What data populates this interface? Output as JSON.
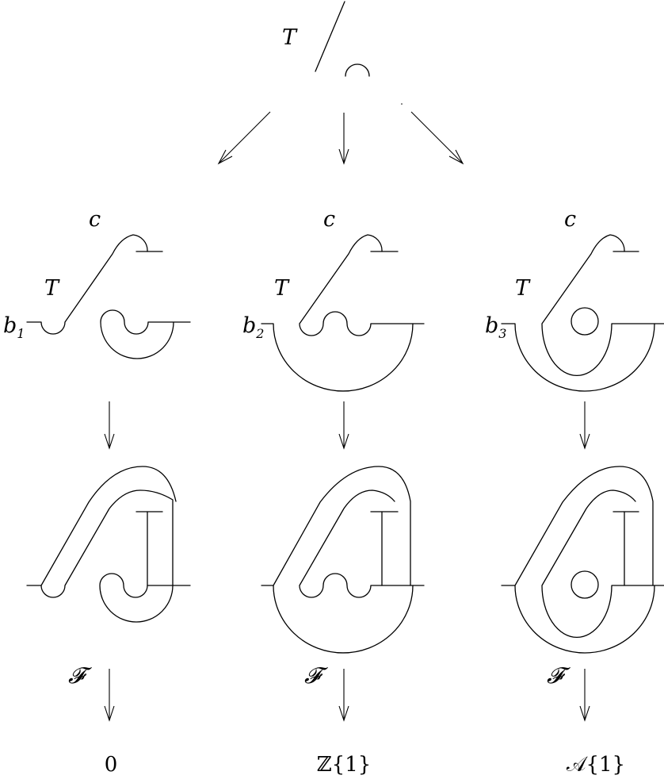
{
  "top": {
    "tangle_label": "T"
  },
  "columns": [
    {
      "crossing_label": "c",
      "tangle_label": "T",
      "b_label": "b",
      "b_index": "1",
      "functor_label": "𝓕",
      "result": "0"
    },
    {
      "crossing_label": "c",
      "tangle_label": "T",
      "b_label": "b",
      "b_index": "2",
      "functor_label": "𝓕",
      "result": "ℤ{1}"
    },
    {
      "crossing_label": "c",
      "tangle_label": "T",
      "b_label": "b",
      "b_index": "3",
      "functor_label": "𝓕",
      "result": "𝒜{1}"
    }
  ]
}
